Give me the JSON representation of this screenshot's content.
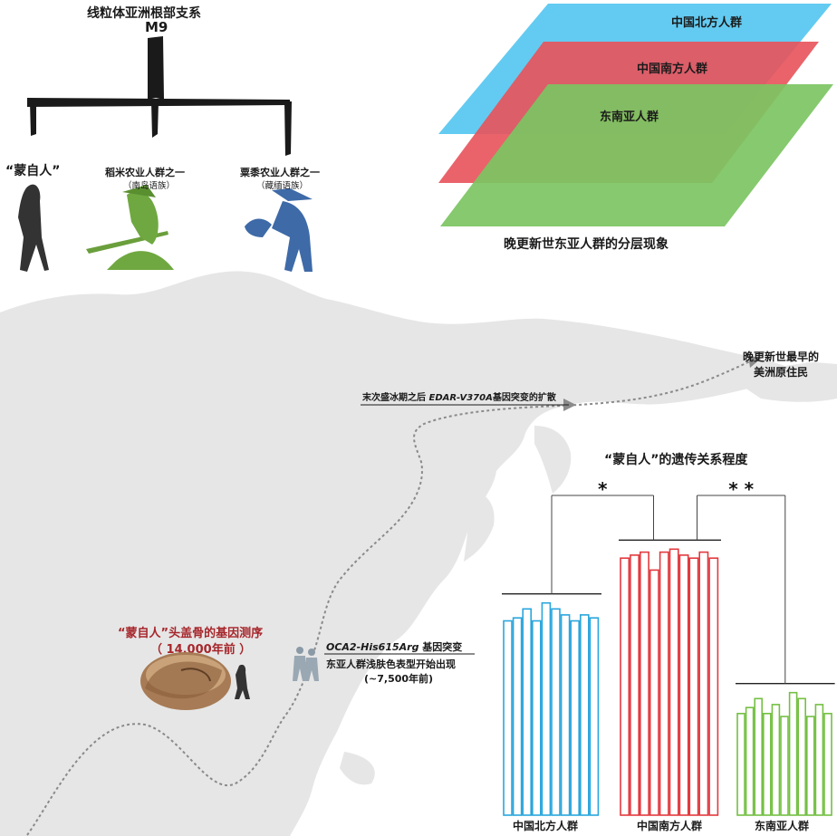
{
  "tree": {
    "title": "线粒体亚洲根部支系",
    "root": "M9",
    "leaves": [
      {
        "label": "“蒙自人”",
        "sub": ""
      },
      {
        "label": "稻米农业人群之一",
        "sub": "（南岛语族）"
      },
      {
        "label": "粟黍农业人群之一",
        "sub": "（藏缅语族）"
      }
    ]
  },
  "layers": {
    "names": [
      "中国北方人群",
      "中国南方人群",
      "东南亚人群"
    ],
    "colors": [
      "#5bc8f0",
      "#e8525a",
      "#7cc462"
    ],
    "caption": "晚更新世东亚人群的分层现象"
  },
  "map": {
    "americas_label_line1": "晚更新世最早的",
    "americas_label_line2": "美洲原住民",
    "edar_prefix": "末次盛冰期之后 ",
    "edar_gene": "EDAR-V370A",
    "edar_suffix": "基因突变的扩散",
    "skull_title": "“蒙自人”头盖骨的基因测序",
    "skull_date": "（ 14,000年前 ）",
    "oca2_gene": "OCA2-His615Arg",
    "oca2_suffix": " 基因突变",
    "oca2_line2": "东亚人群浅肤色表型开始出现",
    "oca2_line3": "(~7,500年前)"
  },
  "chart_data": {
    "type": "bar",
    "title": "“蒙自人”的遗传关系程度",
    "groups": [
      {
        "name": "中国北方人群",
        "color": "#2aa6dc",
        "values": [
          0.65,
          0.66,
          0.69,
          0.65,
          0.71,
          0.69,
          0.67,
          0.65,
          0.67,
          0.66
        ]
      },
      {
        "name": "中国南方人群",
        "color": "#e23a3f",
        "values": [
          0.86,
          0.87,
          0.88,
          0.82,
          0.88,
          0.89,
          0.87,
          0.86,
          0.88,
          0.86
        ]
      },
      {
        "name": "东南亚人群",
        "color": "#75c044",
        "values": [
          0.34,
          0.36,
          0.39,
          0.34,
          0.37,
          0.33,
          0.41,
          0.39,
          0.33,
          0.37,
          0.34
        ]
      }
    ],
    "significance": [
      "*",
      "* *"
    ]
  }
}
